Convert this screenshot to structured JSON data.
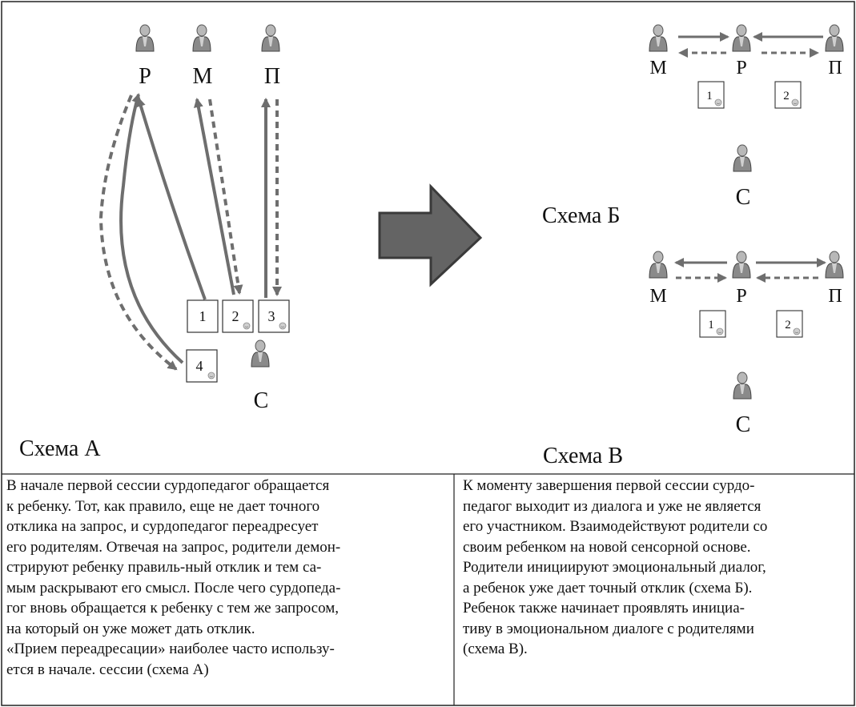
{
  "scheme_a": {
    "title": "Схема А",
    "labels": {
      "r": "Р",
      "m": "М",
      "p": "П",
      "s": "С"
    },
    "boxes": [
      "1",
      "2",
      "3",
      "4"
    ]
  },
  "scheme_b": {
    "title": "Схема Б",
    "labels": {
      "m": "М",
      "r": "Р",
      "p": "П",
      "s": "С"
    },
    "boxes": [
      "1",
      "2"
    ]
  },
  "scheme_v": {
    "title": "Схема В",
    "labels": {
      "m": "М",
      "r": "Р",
      "p": "П",
      "s": "С"
    },
    "boxes": [
      "1",
      "2"
    ]
  },
  "captions": {
    "left": [
      "В начале первой сессии сурдопедагог обращается",
      "к ребенку. Тот, как правило, еще не дает точного",
      "отклика на запрос, и сурдопедагог переадресует",
      "его родителям. Отвечая на запрос, родители демон-",
      "стрируют ребенку правиль-ный отклик и тем са-",
      "мым раскрывают его смысл. После чего сурдопеда-",
      "гог вновь обращается к ребенку с тем же запросом,",
      "на который он уже может дать отклик.",
      "«Прием переадресации» наиболее часто использу-",
      "ется в начале. сессии (схема А)"
    ],
    "right": [
      "К моменту завершения первой сессии сурдо-",
      "педагог выходит из диалога и уже не является",
      "его участником. Взаимодействуют родители со",
      "своим ребенком на новой сенсорной основе.",
      "Родители инициируют эмоциональный диалог,",
      "а ребенок уже дает точный отклик (схема Б).",
      "Ребенок также начинает проявлять инициа-",
      "тиву в эмоциональном диалоге с родителями",
      "(схема В)."
    ]
  },
  "colors": {
    "arrow": "#6e6e6e",
    "big_arrow_fill": "#646464",
    "big_arrow_stroke": "#3a3a3a",
    "border": "#222222",
    "person": "#8a8a8a"
  },
  "icons": [
    "person-icon",
    "smiley-icon",
    "big-right-arrow-icon"
  ]
}
